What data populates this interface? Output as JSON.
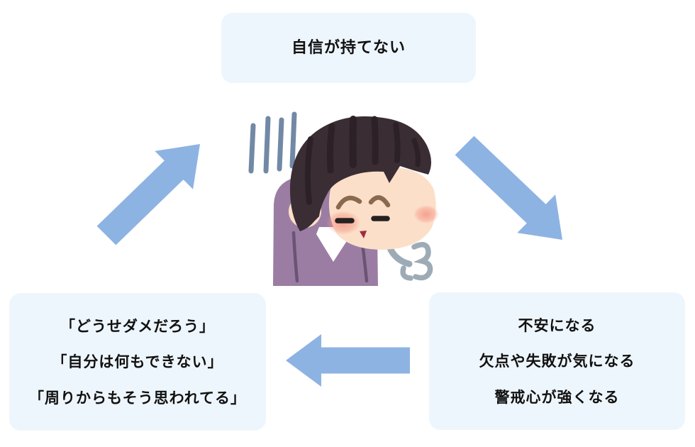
{
  "diagram": {
    "title": "negative-self-confidence-cycle",
    "top_box": {
      "lines": [
        "自信が持てない"
      ]
    },
    "right_box": {
      "lines": [
        "不安になる",
        "欠点や失敗が気になる",
        "警戒心が強くなる"
      ]
    },
    "left_box": {
      "lines": [
        "「どうせダメだろう」",
        "「自分は何もできない」",
        "「周りからもそう思われてる」"
      ]
    },
    "illustration": "sighing-person-with-bowed-head",
    "colors": {
      "box_bg": "#eef6fd",
      "arrow": "#8db3e2",
      "text": "#111111",
      "hair": "#3b2d34",
      "hair_streak": "#2b2127",
      "skin": "#fcdfc9",
      "sweater": "#9b7da4",
      "sweater_seam": "#6b5473",
      "collar": "#ffffff",
      "sigh": "#9dabb6",
      "depression": "#7289a6",
      "blush": "#f59a8a",
      "brow": "#8a6a4f",
      "eye": "#27211f",
      "mouth": "#9e2c3f"
    }
  }
}
